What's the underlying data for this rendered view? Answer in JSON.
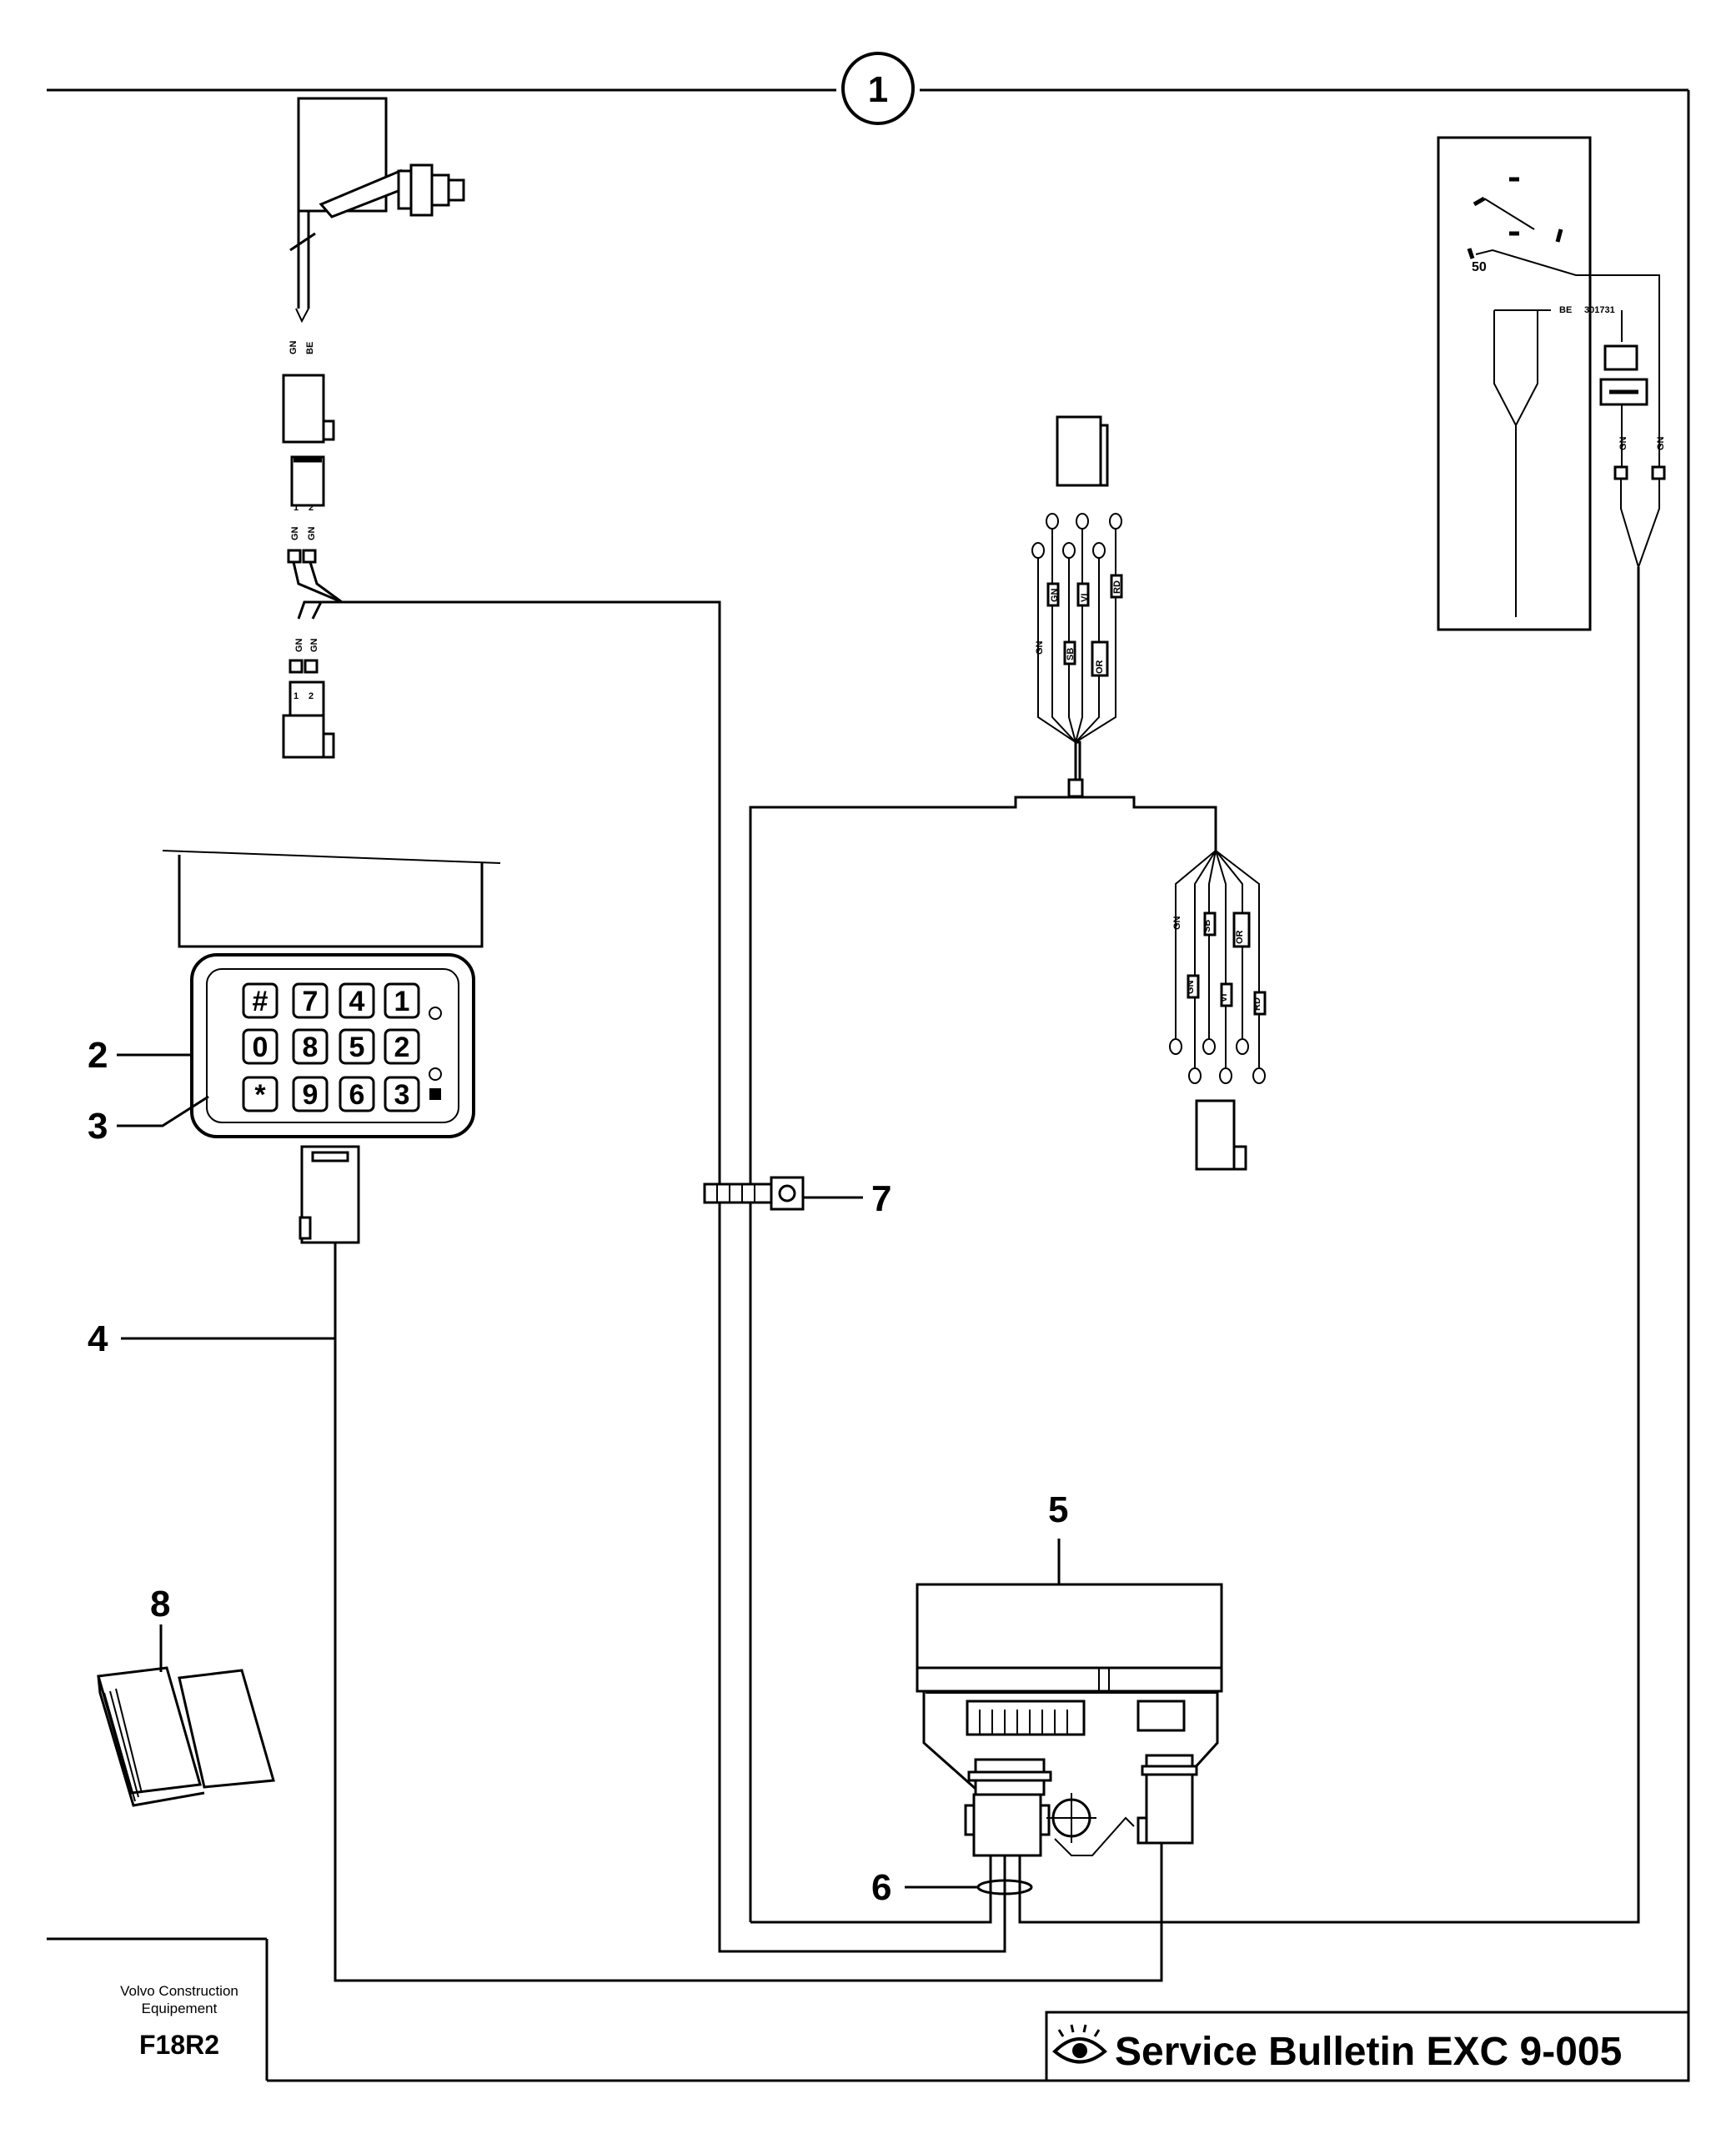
{
  "callouts": {
    "c1": "1",
    "c2": "2",
    "c3": "3",
    "c4": "4",
    "c5": "5",
    "c6": "6",
    "c7": "7",
    "c8": "8"
  },
  "keypad": {
    "row1": [
      "#",
      "7",
      "4",
      "1"
    ],
    "row2": [
      "0",
      "8",
      "5",
      "2"
    ],
    "row3": [
      "*",
      "9",
      "6",
      "3"
    ]
  },
  "wire_codes": {
    "gn": "GN",
    "be": "BE",
    "pin1": "1",
    "pin2": "2",
    "vi": "VI",
    "sb": "SB",
    "rd": "RD",
    "or": "OR",
    "relay_code": "301731",
    "relay_pin": "50"
  },
  "footer": {
    "company_line1": "Volvo Construction",
    "company_line2": "Equipement",
    "part_number": "F18R2",
    "bulletin_title": "Service Bulletin EXC 9-005",
    "eye_icon": "eye-icon"
  }
}
